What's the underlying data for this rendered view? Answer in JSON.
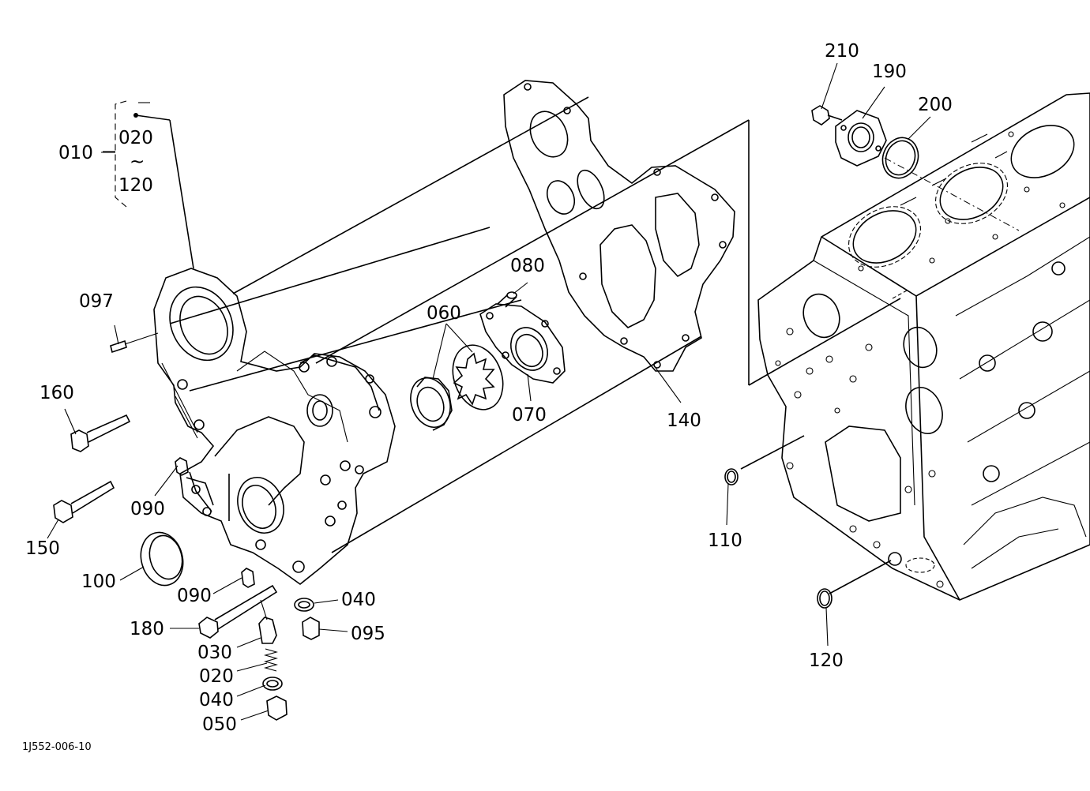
{
  "diagram": {
    "reference_code": "1J552-006-10",
    "group": {
      "parent": "010",
      "from": "020",
      "range_mark": "~",
      "to": "120"
    },
    "callouts": [
      {
        "id": "097",
        "text": "097"
      },
      {
        "id": "160",
        "text": "160"
      },
      {
        "id": "150",
        "text": "150"
      },
      {
        "id": "090a",
        "text": "090"
      },
      {
        "id": "100",
        "text": "100"
      },
      {
        "id": "090b",
        "text": "090"
      },
      {
        "id": "180",
        "text": "180"
      },
      {
        "id": "030",
        "text": "030"
      },
      {
        "id": "020",
        "text": "020"
      },
      {
        "id": "040a",
        "text": "040"
      },
      {
        "id": "050",
        "text": "050"
      },
      {
        "id": "040b",
        "text": "040"
      },
      {
        "id": "095",
        "text": "095"
      },
      {
        "id": "060",
        "text": "060"
      },
      {
        "id": "080",
        "text": "080"
      },
      {
        "id": "070",
        "text": "070"
      },
      {
        "id": "140",
        "text": "140"
      },
      {
        "id": "210",
        "text": "210"
      },
      {
        "id": "190",
        "text": "190"
      },
      {
        "id": "200",
        "text": "200"
      },
      {
        "id": "110",
        "text": "110"
      },
      {
        "id": "120",
        "text": "120"
      }
    ]
  }
}
